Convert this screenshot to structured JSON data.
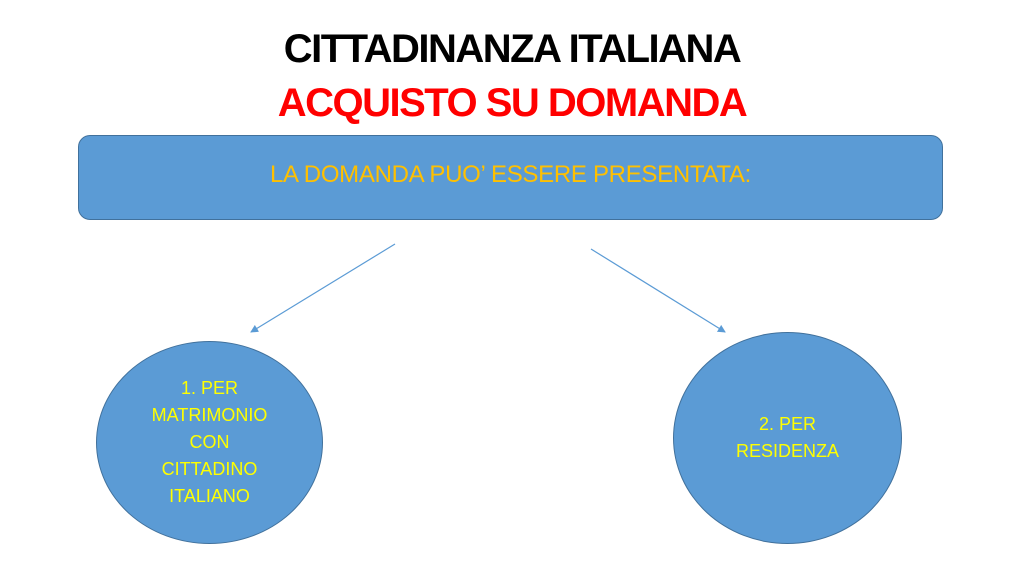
{
  "title": {
    "line1": "CITTADINANZA ITALIANA",
    "line2": "ACQUISTO SU DOMANDA"
  },
  "banner": {
    "text": "LA DOMANDA PUO’ ESSERE PRESENTATA:"
  },
  "options": [
    {
      "lines": [
        "1. PER",
        "MATRIMONIO",
        "CON",
        "CITTADINO",
        "ITALIANO"
      ]
    },
    {
      "lines": [
        "2. PER",
        "RESIDENZA"
      ]
    }
  ],
  "colors": {
    "title_line1": "#000000",
    "title_line2": "#ff0000",
    "shape_fill": "#5b9bd5",
    "shape_border": "#41719c",
    "banner_text": "#ffc000",
    "circle_text": "#ffff00",
    "arrow": "#5b9bd5"
  }
}
